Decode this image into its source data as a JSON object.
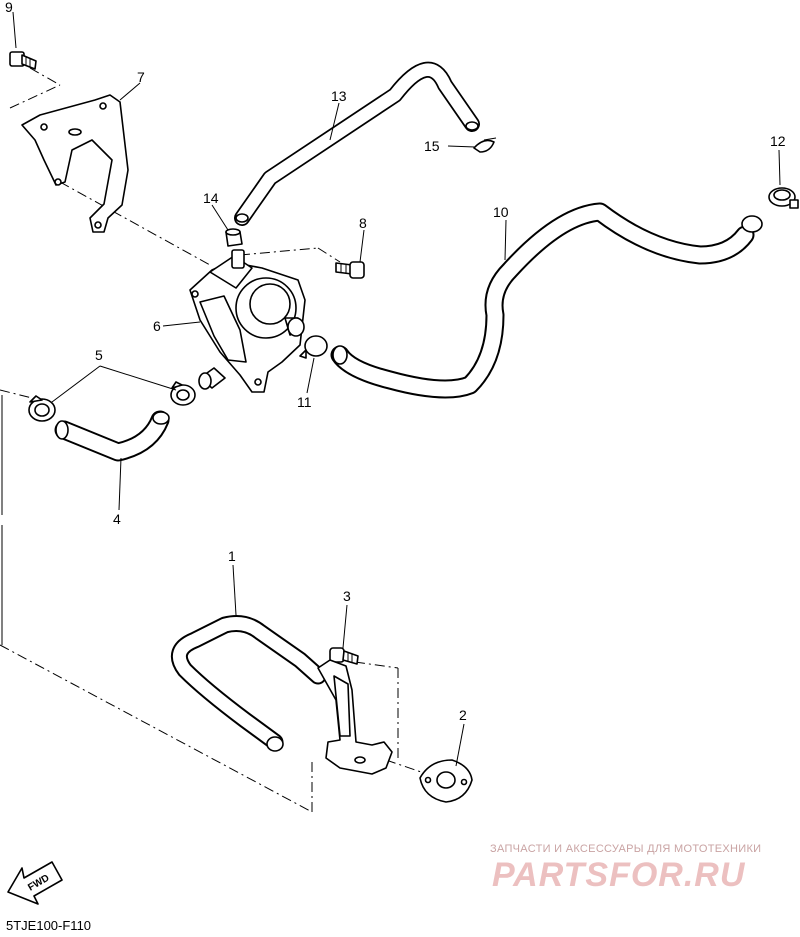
{
  "diagram": {
    "callouts": {
      "p1": "1",
      "p2": "2",
      "p3": "3",
      "p4": "4",
      "p5": "5",
      "p6": "6",
      "p7": "7",
      "p8": "8",
      "p9": "9",
      "p10": "10",
      "p11": "11",
      "p12": "12",
      "p13": "13",
      "p14": "14",
      "p15": "15"
    },
    "fwd_label": "FWD",
    "drawing_code": "5TJE100-F110"
  },
  "watermark": {
    "tagline": "ЗАПЧАСТИ И АКСЕССУАРЫ ДЛЯ МОТОТЕХНИКИ",
    "logo": "PARTSFOR.RU",
    "color": "#e8b4b4"
  }
}
